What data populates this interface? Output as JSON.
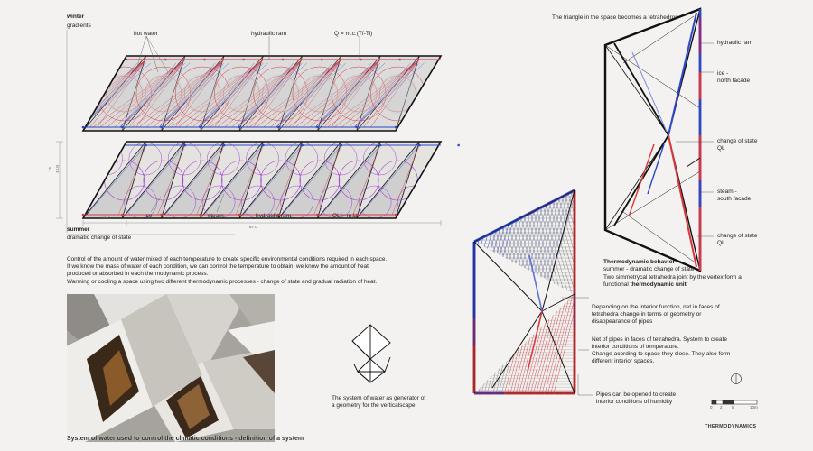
{
  "winter": {
    "title": "winter",
    "subtitle": "gradients",
    "label_hot_water": "hot water",
    "label_hydraulic_ram": "hydraulic ram",
    "label_formula": "Q = m.c.(Tf-Ti)"
  },
  "summer": {
    "title": "summer",
    "subtitle": "dramatic change of state",
    "label_ice": "ice",
    "label_steam": "steam",
    "label_hydraulic_ram": "hydraulic ram",
    "label_formula": "QL = m.L",
    "dim_left": "12.0",
    "dim_total": "67.0",
    "dim_height_a": "15",
    "dim_height_b": "12.0"
  },
  "description": {
    "line1": "Control of the amount of water mixed of each temperature to create specific environmental conditions required in each space.",
    "line2": "If we know the mass of water of each condition, we can control the temperature to obtain; we know the amount of heat",
    "line3": "produced or absorbed in each thermodynamic process.",
    "line4": "Warming or cooling a space using two different thermodynamic processes - change of state and gradual radiation of heat."
  },
  "photo": {
    "caption": "System of water used to control the climatic conditions - definition of a system"
  },
  "small_model": {
    "caption_line1": "The system of water as generator of",
    "caption_line2": "a geometry for the verticalscape"
  },
  "tetra": {
    "title": "The triangle in the space becomes a tetrahedron",
    "label_hydraulic_ram": "hydraulic ram",
    "label_ice_1": "ice -",
    "label_ice_2": "north facade",
    "label_change_1": "change of state",
    "label_change_2": "QL",
    "label_steam_1": "steam -",
    "label_steam_2": "south facade",
    "label_change_b1": "change of state",
    "label_change_b2": "QL"
  },
  "behavior": {
    "title": "Thermodynamic behavior",
    "line1": "summer - dramatic change of state",
    "line2": "Two simmetrycal tetrahedra joint by the vertex form a",
    "line3_pre": "functional ",
    "line3_bold": "thermodynamic  unit",
    "interior_1": "Depending on the interior function, net in faces of",
    "interior_2": "tetrahedra change in terms of geometry or",
    "interior_3": "disappearance of pipes",
    "net_1": "Net of pipes in faces of tetrahedra. System to create",
    "net_2": "interior conditions of temperature.",
    "net_3": "Change acording to space they close. They also form",
    "net_4": "different interior spaces.",
    "pipes_1": "Pipes can be opened to create",
    "pipes_2": "interior conditions of humidity"
  },
  "scale": {
    "ticks": [
      "0",
      "2",
      "5",
      "10m"
    ]
  },
  "footer": {
    "title": "THERMODYNAMICS"
  },
  "colors": {
    "hot": "#d8383d",
    "cold": "#2d47c9",
    "purple": "#a442d6",
    "grey_fill": "#d8d8d8"
  }
}
